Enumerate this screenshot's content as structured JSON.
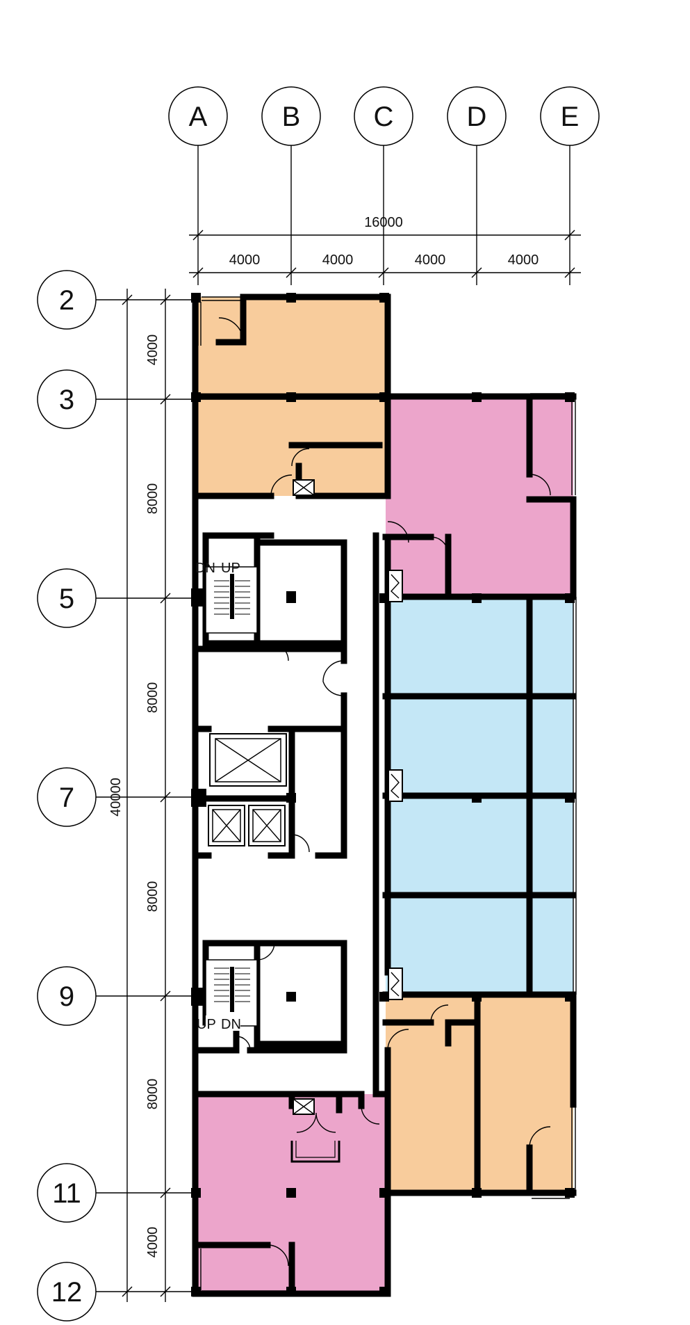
{
  "grid": {
    "columns": [
      "A",
      "B",
      "C",
      "D",
      "E"
    ],
    "rows": [
      "2",
      "3",
      "5",
      "7",
      "9",
      "11",
      "12"
    ]
  },
  "dimensions": {
    "total_width": "16000",
    "bay_widths": [
      "4000",
      "4000",
      "4000",
      "4000"
    ],
    "total_height": "40000",
    "bay_heights": [
      "4000",
      "8000",
      "8000",
      "8000",
      "8000",
      "4000"
    ]
  },
  "stairs": {
    "north": {
      "down": "DN",
      "up": "UP"
    },
    "south": {
      "down": "DN",
      "up": "UP"
    }
  },
  "colors": {
    "orange_zone": "#f8cc9c",
    "pink_zone": "#eca5cb",
    "blue_zone": "#c4e7f6",
    "wall": "#000000",
    "background": "#ffffff"
  }
}
